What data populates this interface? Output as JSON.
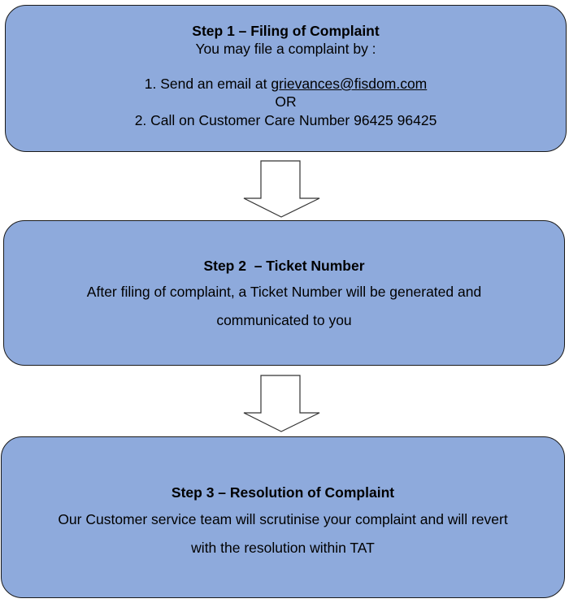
{
  "colors": {
    "box_fill": "#8eaadc",
    "box_stroke": "#1a1a1a",
    "arrow_fill": "#ffffff",
    "arrow_stroke": "#333333"
  },
  "steps": [
    {
      "title": "Step 1 – Filing of Complaint",
      "lines": [
        "You may file a complaint by :",
        "1. Send an email at ",
        "grievances@fisdom.com",
        "OR",
        "2. Call on Customer Care Number 96425 96425"
      ]
    },
    {
      "title": "Step 2  – Ticket Number",
      "lines": [
        "After filing of complaint, a Ticket Number will be generated and",
        "communicated to you"
      ]
    },
    {
      "title": "Step 3 – Resolution of Complaint",
      "lines": [
        "Our Customer service team will scrutinise your complaint and will revert",
        "with the resolution within TAT"
      ]
    }
  ],
  "arrows": [
    {
      "icon": "down-arrow-icon"
    },
    {
      "icon": "down-arrow-icon"
    }
  ]
}
